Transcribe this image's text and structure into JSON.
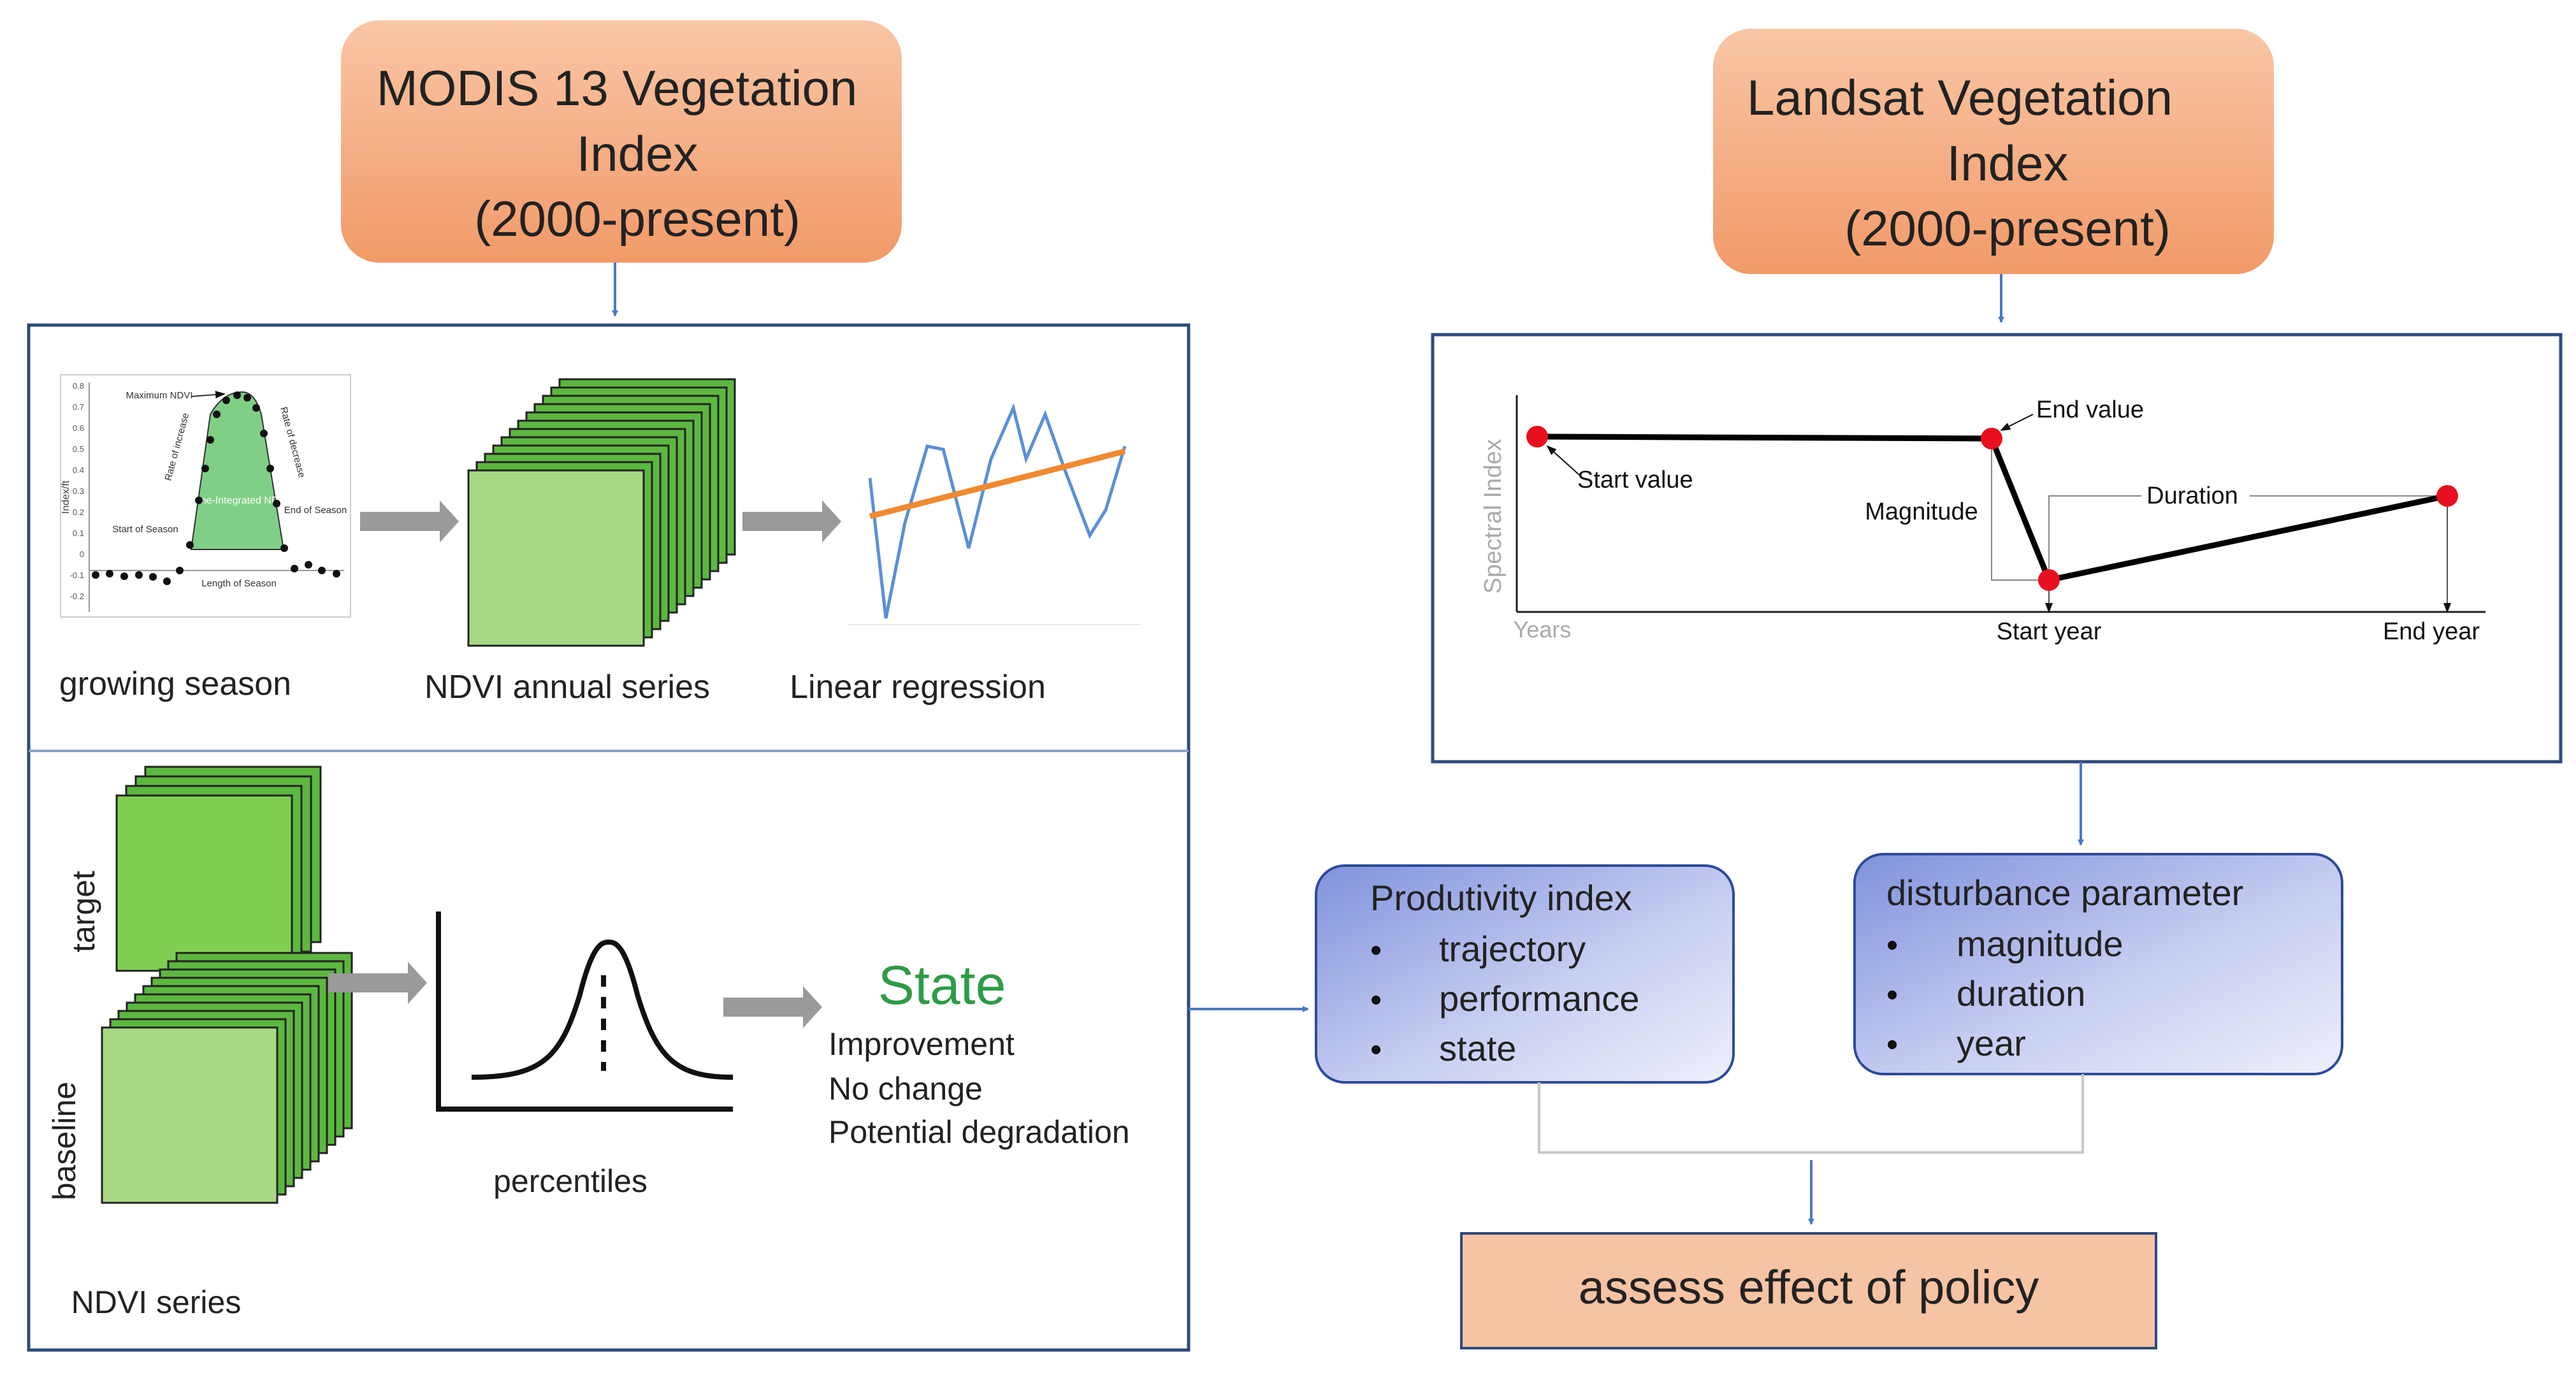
{
  "modis": {
    "title": "MODIS 13 Vegetation",
    "title2": "Index",
    "period": "(2000-present)",
    "step1_label": "growing season",
    "step2_label": "NDVI annual series",
    "step3_label": "Linear regression",
    "target_label": "target",
    "baseline_label": "baseline",
    "series_label": "NDVI  series",
    "percentiles_label": "percentiles",
    "state_title": "State",
    "state_items": [
      "Improvement",
      "No change",
      "Potential degradation"
    ],
    "phenology_labels": {
      "max": "Maximum NDVI",
      "rate_inc": "Rate of increase",
      "rate_dec": "Rate of decrease",
      "start": "Start of Season",
      "end": "End of Season",
      "length": "Length of Season",
      "integrated": "Time-Integrated NDVI",
      "yaxis": "Index/ft",
      "yticks": [
        "0.8",
        "0.7",
        "0.6",
        "0.5",
        "0.4",
        "0.3",
        "0.2",
        "0.1",
        "0",
        "-0.1",
        "-0.2"
      ]
    }
  },
  "landsat": {
    "title": "Landsat Vegetation",
    "title2": "Index",
    "period": "(2000-present)",
    "yaxis": "Spectral Index",
    "years": "Years",
    "start_value": "Start value",
    "end_value": "End value",
    "magnitude": "Magnitude",
    "duration": "Duration",
    "start_year": "Start year",
    "end_year": "End year"
  },
  "productivity": {
    "title": "Produtivity index",
    "items": [
      "trajectory",
      "performance",
      "state"
    ]
  },
  "disturbance": {
    "title": "disturbance parameter",
    "items": [
      "magnitude",
      "duration",
      "year"
    ]
  },
  "policy": {
    "label": "assess effect of policy"
  },
  "colors": {
    "salmon": "#f4a97e",
    "salmon_box": "#f6c3a4",
    "panel_border": "#2e4a7a",
    "arrow": "#4a78c2",
    "green_dark": "#5cb83f",
    "green_light": "#a8d884",
    "state_green": "#2e9b48",
    "red_dot": "#e8101e",
    "blue_box": "#c8d0f0"
  }
}
